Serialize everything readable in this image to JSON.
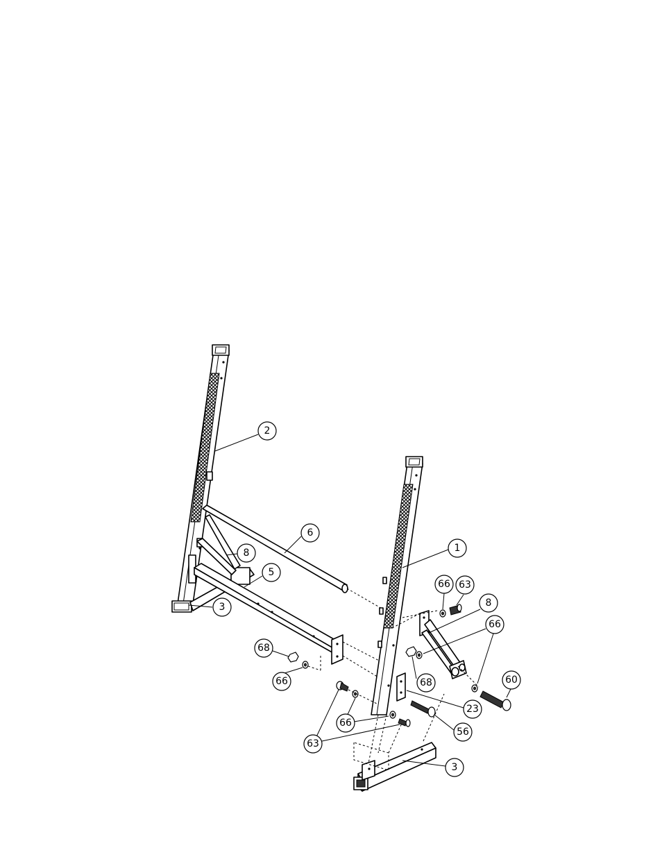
{
  "callouts": [
    {
      "id": "c2",
      "label": "2"
    },
    {
      "id": "c6",
      "label": "6"
    },
    {
      "id": "c8a",
      "label": "8"
    },
    {
      "id": "c5",
      "label": "5"
    },
    {
      "id": "c3a",
      "label": "3"
    },
    {
      "id": "c1",
      "label": "1"
    },
    {
      "id": "c66a",
      "label": "66"
    },
    {
      "id": "c63a",
      "label": "63"
    },
    {
      "id": "c8b",
      "label": "8"
    },
    {
      "id": "c66b",
      "label": "66"
    },
    {
      "id": "c68a",
      "label": "68"
    },
    {
      "id": "c66c",
      "label": "66"
    },
    {
      "id": "c68b",
      "label": "68"
    },
    {
      "id": "c60",
      "label": "60"
    },
    {
      "id": "c23",
      "label": "23"
    },
    {
      "id": "c66d",
      "label": "66"
    },
    {
      "id": "c56",
      "label": "56"
    },
    {
      "id": "c63b",
      "label": "63"
    },
    {
      "id": "c3b",
      "label": "3"
    }
  ]
}
